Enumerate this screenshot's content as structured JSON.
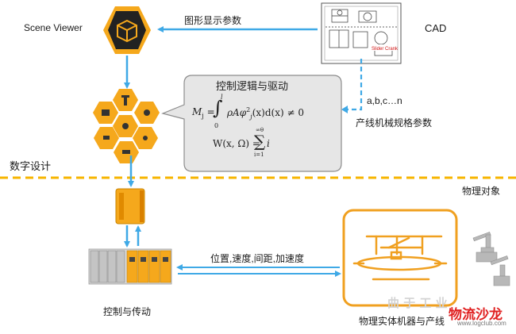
{
  "labels": {
    "scene_viewer": "Scene Viewer",
    "cad": "CAD",
    "graphic_params": "图形显示参数",
    "abc": "a,b,c…n",
    "line_spec_params": "产线机械规格参数",
    "digital_design": "数字设计",
    "physical_objects": "物理对象",
    "position_speed": "位置,速度,间距,加速度",
    "control_drive": "控制与传动",
    "physical_machine": "物理实体机器与产线"
  },
  "callout": {
    "title": "控制逻辑与驱动",
    "formula1_lhs": "M",
    "formula1_sub": "j",
    "formula1_rhs": "ρAφ",
    "formula1_tail": "(x)d(x) ≠ 0",
    "int_upper": "l",
    "int_lower": "0",
    "formula2_lhs": "W(x, Ω) =",
    "sum_upper": "∞θ",
    "sum_lower": "i=1",
    "sum_term": "i"
  },
  "cad_drawing": {
    "caption": "Slider Crank"
  },
  "watermark": {
    "main": "物流沙龙",
    "sub": "www.logclub.com",
    "ghost": "曲 于 工 业"
  },
  "colors": {
    "orange": "#f5a81c",
    "dark_orange": "#e08a00",
    "arrow_blue": "#3fa9e6",
    "dash_yellow": "#f7b500",
    "callout_fill": "#e6e6e6",
    "callout_stroke": "#8c8c8c"
  }
}
